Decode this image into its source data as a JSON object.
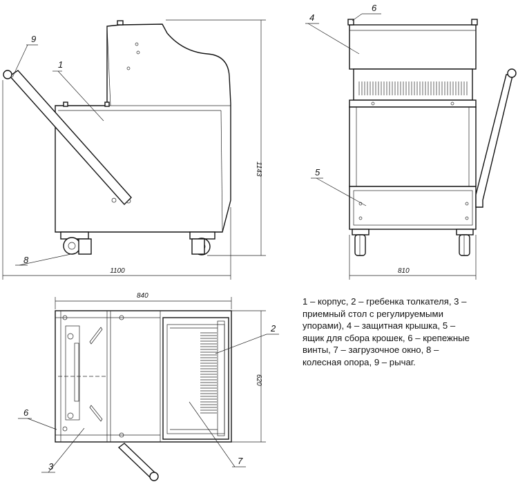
{
  "callouts": {
    "side": {
      "n1": "1",
      "n8": "8",
      "n9": "9"
    },
    "front": {
      "n4": "4",
      "n5": "5",
      "n6": "6"
    },
    "top": {
      "n2": "2",
      "n3": "3",
      "n6": "6",
      "n7": "7"
    }
  },
  "dimensions": {
    "side_length": "1100",
    "side_height": "1143",
    "front_width": "810",
    "top_width": "840",
    "top_depth": "620"
  },
  "legend": "1 – корпус, 2 – гребенка толкателя, 3 –\nприемный стол с регулируемыми\nупорами), 4 – защитная крышка, 5 –\nящик для сбора крошек, 6 – крепежные\nвинты, 7 – загрузочное окно, 8 –\nколесная опора, 9 – рычаг."
}
